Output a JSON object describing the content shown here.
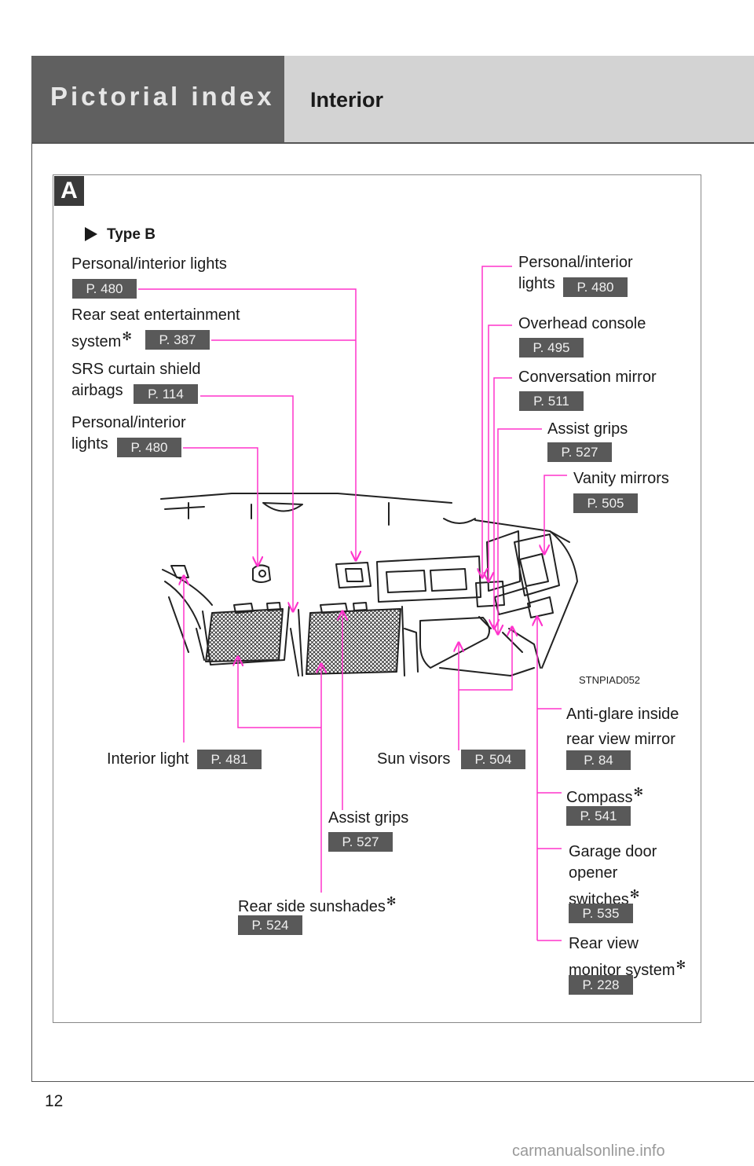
{
  "header": {
    "section": "Pictorial index",
    "subsection": "Interior"
  },
  "figure": {
    "badge": "A",
    "type_label": "Type B",
    "image_code": "STNPIAD052",
    "callouts": [
      {
        "id": "personal-interior-lights-1",
        "label": [
          "Personal/interior lights"
        ],
        "page": "P. 480"
      },
      {
        "id": "rear-seat-entertainment",
        "label": [
          "Rear seat entertainment",
          "system"
        ],
        "star": true,
        "page": "P. 387"
      },
      {
        "id": "srs-curtain-shield-airbags",
        "label": [
          "SRS curtain shield",
          "airbags"
        ],
        "page": "P. 114"
      },
      {
        "id": "personal-interior-lights-2",
        "label": [
          "Personal/interior",
          "lights"
        ],
        "page": "P. 480"
      },
      {
        "id": "personal-interior-lights-3",
        "label": [
          "Personal/interior",
          "lights"
        ],
        "page": "P. 480"
      },
      {
        "id": "overhead-console",
        "label": [
          "Overhead console"
        ],
        "page": "P. 495"
      },
      {
        "id": "conversation-mirror",
        "label": [
          "Conversation mirror"
        ],
        "page": "P. 511"
      },
      {
        "id": "assist-grips-1",
        "label": [
          "Assist grips"
        ],
        "page": "P. 527"
      },
      {
        "id": "vanity-mirrors",
        "label": [
          "Vanity mirrors"
        ],
        "page": "P. 505"
      },
      {
        "id": "anti-glare-mirror",
        "label": [
          "Anti-glare inside",
          "rear view mirror"
        ],
        "page": "P. 84"
      },
      {
        "id": "compass",
        "label": [
          "Compass"
        ],
        "star": true,
        "page": "P. 541"
      },
      {
        "id": "garage-door-opener",
        "label": [
          "Garage door",
          "opener",
          "switches"
        ],
        "star": true,
        "page": "P. 535"
      },
      {
        "id": "rear-view-monitor",
        "label": [
          "Rear view",
          "monitor system"
        ],
        "star": true,
        "page": "P. 228"
      },
      {
        "id": "interior-light",
        "label": [
          "Interior light"
        ],
        "page": "P. 481"
      },
      {
        "id": "sun-visors",
        "label": [
          "Sun visors"
        ],
        "page": "P. 504"
      },
      {
        "id": "assist-grips-2",
        "label": [
          "Assist grips"
        ],
        "page": "P. 527"
      },
      {
        "id": "rear-side-sunshades",
        "label": [
          "Rear side sunshades"
        ],
        "star": true,
        "page": "P. 524"
      }
    ]
  },
  "footer": {
    "page_number": "12",
    "watermark": "carmanualsonline.info"
  },
  "colors": {
    "callout_line": "#ff33cc",
    "header_dark": "#606060",
    "header_light": "#d3d3d3",
    "page_box": "#595959"
  }
}
